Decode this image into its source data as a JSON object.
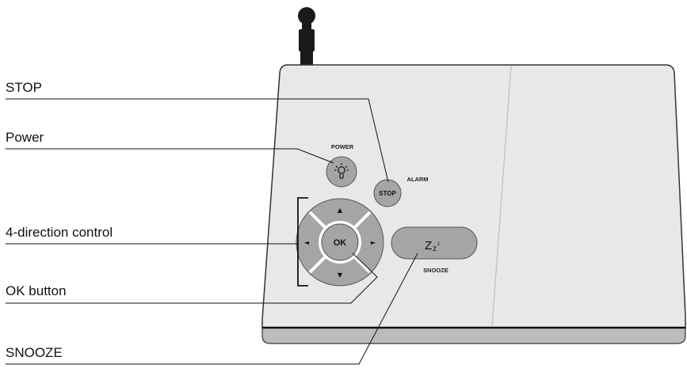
{
  "callouts": {
    "stop": "STOP",
    "power": "Power",
    "direction": "4-direction control",
    "ok": "OK button",
    "snooze": "SNOOZE"
  },
  "device": {
    "power_label": "POWER",
    "alarm_label": "ALARM",
    "stop_button": "STOP",
    "ok_button": "OK",
    "snooze_label": "SNOOZE",
    "snooze_symbol_main": "Z",
    "snooze_symbol_mid": "z",
    "snooze_symbol_small": "z",
    "arrow_up": "▲",
    "arrow_down": "▼",
    "arrow_left": "◄",
    "arrow_right": "►"
  },
  "colors": {
    "device_body": "#e8e8e8",
    "device_outline": "#333333",
    "base_strip": "#bcbcbc",
    "button_fill": "#a5a5a5",
    "antenna": "#1a1a1a",
    "leader_line": "#111111"
  }
}
